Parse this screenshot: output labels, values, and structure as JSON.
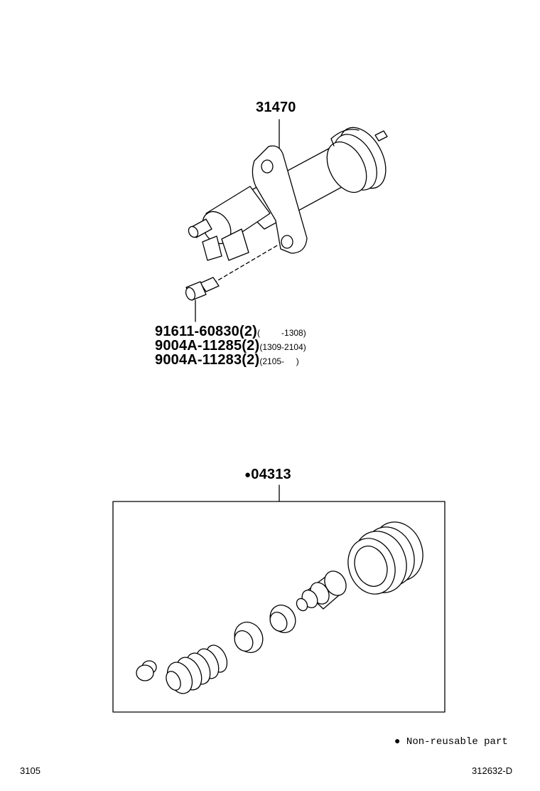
{
  "upper_assembly": {
    "part_number": "31470",
    "bolts": [
      {
        "part": "91611-60830(2)",
        "range_open": "(",
        "range": "-1308)"
      },
      {
        "part": "9004A-11285(2)",
        "range_open": "(",
        "range": "1309-2104)"
      },
      {
        "part": "9004A-11283(2)",
        "range_open": "(",
        "range": "2105-     )"
      }
    ]
  },
  "kit": {
    "marker": "●",
    "part_number": "04313"
  },
  "legend": {
    "marker": "●",
    "text": "Non-reusable part"
  },
  "footer": {
    "left_code": "3105",
    "right_code": "312632-D"
  }
}
